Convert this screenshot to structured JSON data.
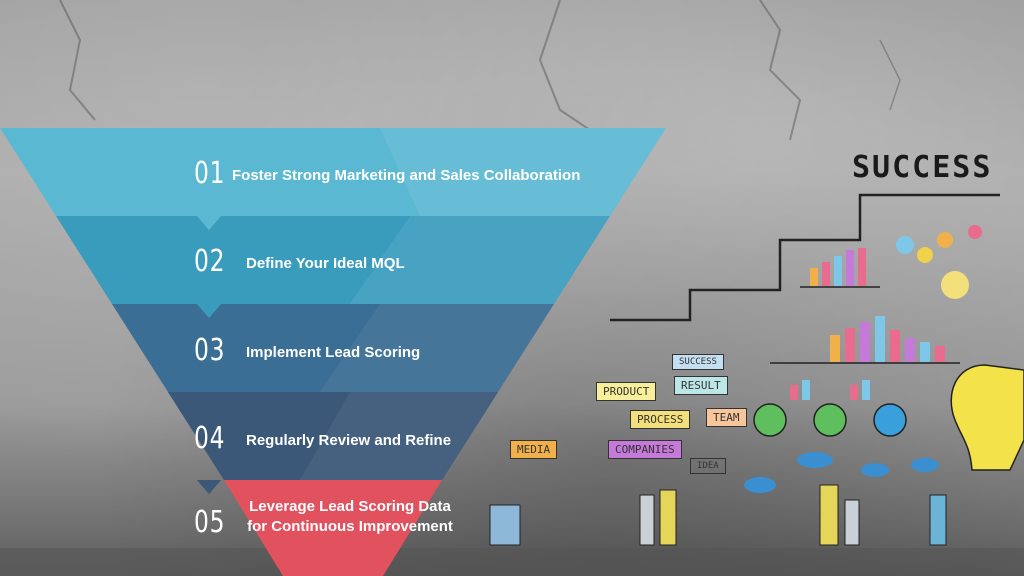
{
  "steps": [
    {
      "number": "01",
      "label": "Foster Strong Marketing and Sales Collaboration",
      "color": "#5bb8d3"
    },
    {
      "number": "02",
      "label": "Define Your Ideal MQL",
      "color": "#3a9cbd"
    },
    {
      "number": "03",
      "label": "Implement Lead Scoring",
      "color": "#3a6e94"
    },
    {
      "number": "04",
      "label": "Regularly Review and Refine",
      "color": "#3b5878"
    },
    {
      "number": "05",
      "label_line1": "Leverage Lead Scoring Data",
      "label_line2": "for Continuous Improvement",
      "color": "#e1525e"
    }
  ],
  "background": {
    "success_text": "SUCCESS",
    "doodle_labels": [
      "PRODUCT",
      "RESULT",
      "PROCESS",
      "SUCCESS",
      "COMPANIES",
      "MEDIA",
      "TEAM",
      "IDEA"
    ]
  }
}
